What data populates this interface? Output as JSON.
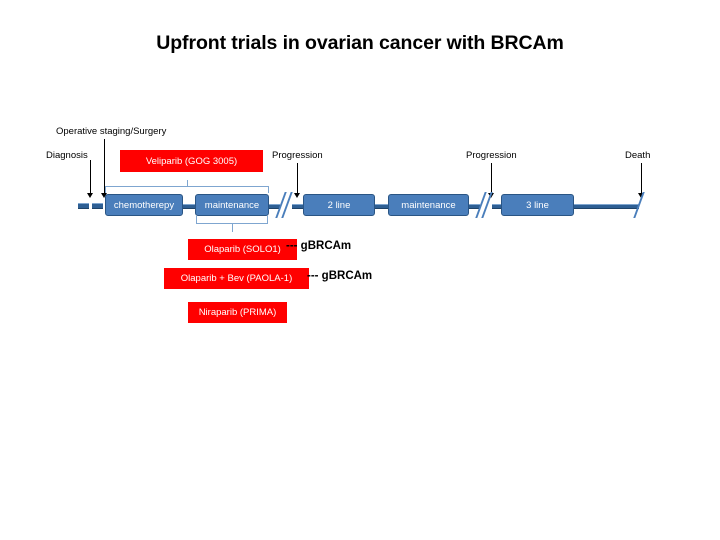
{
  "slide": {
    "title": "Upfront trials in ovarian cancer with BRCAm"
  },
  "event_labels": {
    "diagnosis": "Diagnosis",
    "operative_staging": "Operative staging/Surgery",
    "progression_1": "Progression",
    "progression_2": "Progression",
    "death": "Death"
  },
  "timeline": {
    "boxes": [
      {
        "label": "chemotherepy"
      },
      {
        "label": "maintenance"
      },
      {
        "label": "2 line"
      },
      {
        "label": "maintenance"
      },
      {
        "label": "3 line"
      }
    ]
  },
  "trials": {
    "veliparib": {
      "label": "Veliparib (GOG 3005)",
      "color": "#ff0000"
    },
    "olaparib_solo1": {
      "label": "Olaparib (SOLO1)",
      "note": "--- gBRCAm",
      "color": "#ff0000"
    },
    "olaparib_bev_paola1": {
      "label": "Olaparib + Bev (PAOLA-1)",
      "note": "--- gBRCAm",
      "color": "#ff0000"
    },
    "niraparib_prima": {
      "label": "Niraparib (PRIMA)",
      "color": "#ff0000"
    }
  },
  "colors": {
    "timeline_box_fill": "#4a7ebb",
    "timeline_box_border": "#2a5584",
    "timeline_bar": "#2e5f94",
    "trial_red": "#ff0000",
    "bracket": "#7fa6d0",
    "text_dark": "#000000"
  }
}
